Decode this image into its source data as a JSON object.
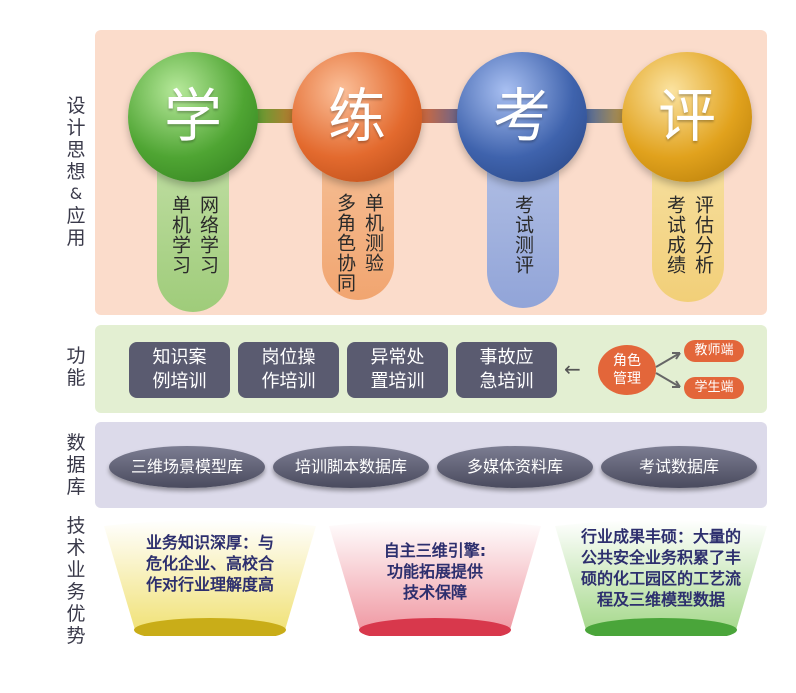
{
  "section_labels": {
    "design": [
      "设",
      "计",
      "思",
      "想",
      "&",
      "应",
      "用"
    ],
    "function": [
      "功",
      "能"
    ],
    "database": [
      "数",
      "据",
      "库"
    ],
    "advantage": [
      "技",
      "术",
      "业",
      "务",
      "优",
      "势"
    ]
  },
  "circles": [
    {
      "char": "学",
      "color": "#4fa533",
      "cols": [
        "单机学习",
        "网络学习"
      ]
    },
    {
      "char": "练",
      "color": "#e36a2e",
      "cols": [
        "多角色协同",
        "单机测验"
      ]
    },
    {
      "char": "考",
      "color": "#3f63ad",
      "cols": [
        "考试测评"
      ]
    },
    {
      "char": "评",
      "color": "#e1a21d",
      "cols": [
        "考试成绩",
        "评估分析"
      ]
    }
  ],
  "functions": [
    "知识案\n例培训",
    "岗位操\n作培训",
    "异常处\n置培训",
    "事故应\n急培训"
  ],
  "roles": {
    "main": "角色\n管理",
    "teacher": "教师端",
    "student": "学生端",
    "arrow": "←"
  },
  "databases": [
    "三维场景模型库",
    "培训脚本数据库",
    "多媒体资料库",
    "考试数据库"
  ],
  "advantages": [
    {
      "text": "业务知识深厚：与\n危化企业、高校合\n作对行业理解度高"
    },
    {
      "text": "自主三维引擎:\n功能拓展提供\n技术保障"
    },
    {
      "text": "行业成果丰硕：大量的\n公共安全业务积累了丰\n硕的化工园区的工艺流\n程及三维模型数据"
    }
  ]
}
